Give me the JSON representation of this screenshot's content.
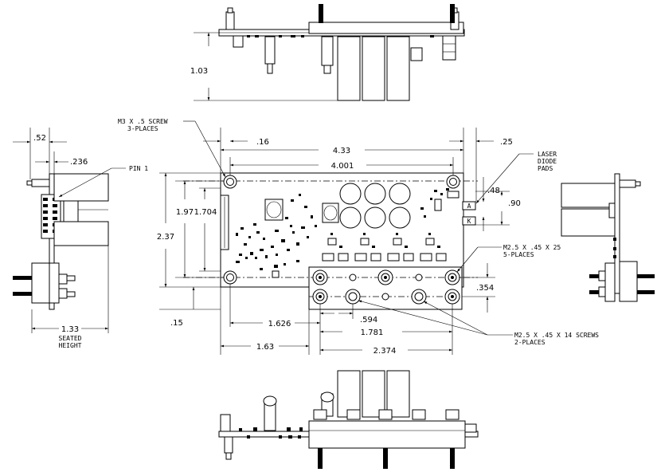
{
  "dimensions": {
    "top_height": "1.03",
    "left_width_a": ".52",
    "left_width_b": ".236",
    "left_seated_width": "1.33",
    "left_seated_label_1": "SEATED",
    "left_seated_label_2": "HEIGHT",
    "offset_16": ".16",
    "overall_length": "4.33",
    "hole_span": "4.001",
    "right_25": ".25",
    "pads_48": ".48",
    "pads_90": ".90",
    "height_237": "2.37",
    "height_197": "1.97",
    "height_1704": "1.704",
    "bottom_15": ".15",
    "heatsink_354": ".354",
    "heatsink_594": ".594",
    "dim_1626": "1.626",
    "dim_1781": "1.781",
    "dim_163": "1.63",
    "dim_2374": "2.374"
  },
  "callouts": {
    "m3_line1": "M3 X .5 SCREW",
    "m3_line2": "3-PLACES",
    "pin1": "PIN 1",
    "laser_line1": "LASER",
    "laser_line2": "DIODE",
    "laser_line3": "PADS",
    "pad_a": "A",
    "pad_k": "K",
    "m25_25_line1": "M2.5 X .45 X 25",
    "m25_25_line2": "5-PLACES",
    "m25_14_line1": "M2.5 X .45 X 14 SCREWS",
    "m25_14_line2": "2-PLACES"
  }
}
